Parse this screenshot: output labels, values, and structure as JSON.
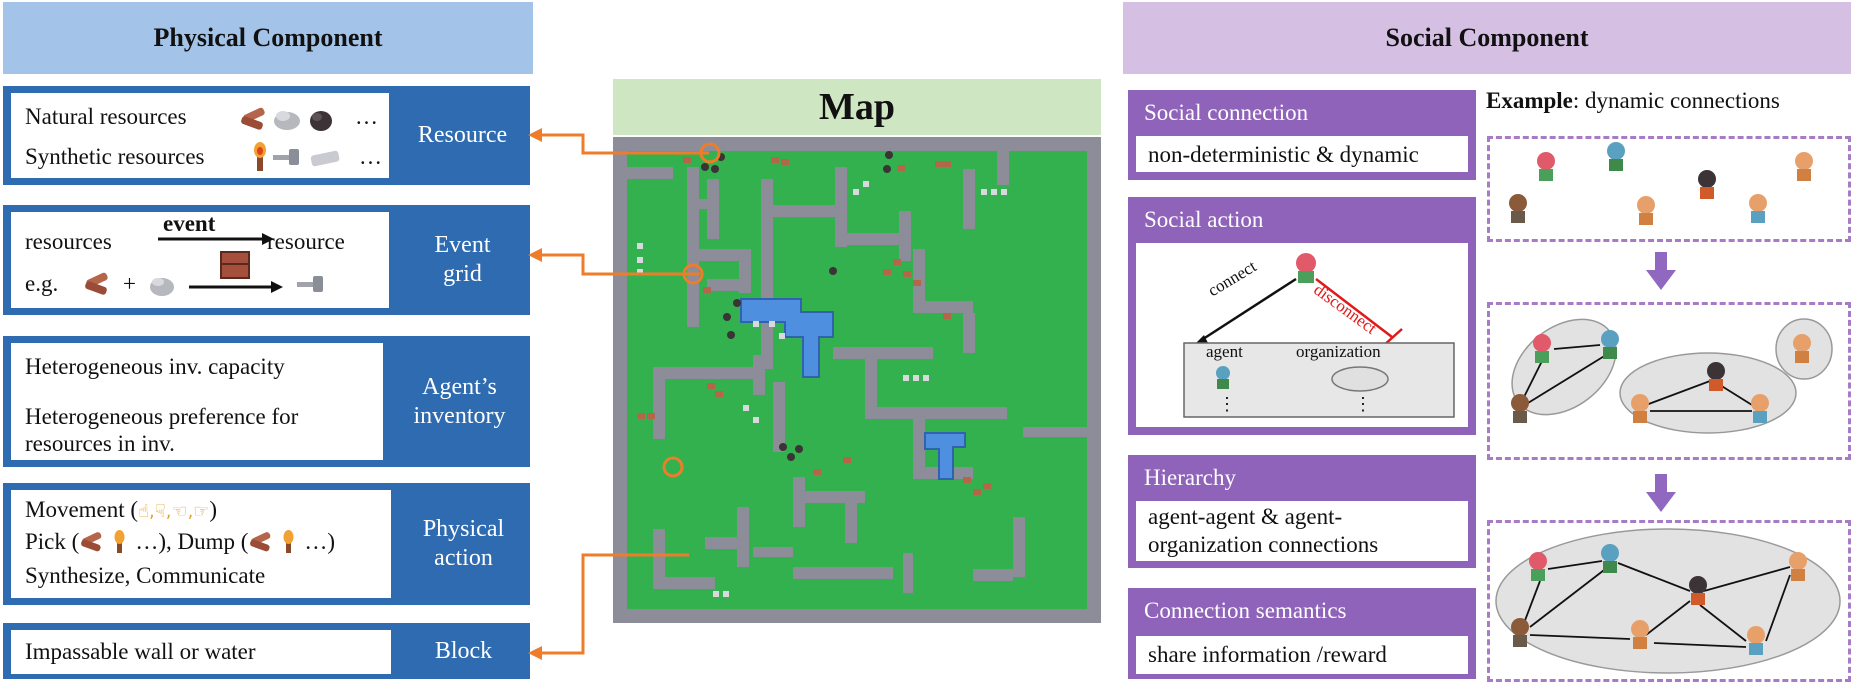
{
  "physical": {
    "header": "Physical Component",
    "resource": {
      "natural": "Natural resources",
      "synthetic": "Synthetic resources",
      "ellipsis": "…",
      "label": "Resource"
    },
    "event": {
      "resources": "resources",
      "event_word": "event",
      "resource": "resource",
      "eg": "e.g.",
      "plus": "+",
      "label_line1": "Event",
      "label_line2": "grid"
    },
    "inventory": {
      "line1": "Heterogeneous inv. capacity",
      "line2": "Heterogeneous preference for",
      "line3": "resources in inv.",
      "label_line1": "Agent’s",
      "label_line2": "inventory"
    },
    "action": {
      "movement": "Movement (",
      "movement_end": ")",
      "pick": "Pick (",
      "pick_end": "…), Dump (",
      "dump_end": "…)",
      "synth": "Synthesize, Communicate",
      "label_line1": "Physical",
      "label_line2": "action"
    },
    "block": {
      "text": "Impassable wall or water",
      "label": "Block"
    }
  },
  "map": {
    "title": "Map"
  },
  "social": {
    "header": "Social Component",
    "connection": {
      "title": "Social connection",
      "text": "non-deterministic & dynamic"
    },
    "action": {
      "title": "Social action",
      "connect": "connect",
      "disconnect": "disconnect",
      "agent": "agent",
      "organization": "organization",
      "dots": "⋮"
    },
    "hierarchy": {
      "title": "Hierarchy",
      "line1": "agent-agent & agent-",
      "line2": "organization connections"
    },
    "semantics": {
      "title": "Connection semantics",
      "text": "share information /reward"
    },
    "example_bold": "Example",
    "example_rest": ": dynamic connections"
  },
  "colors": {
    "physical_header": "#a3c4e8",
    "physical_row": "#2e6bb0",
    "social_header": "#d5c0e4",
    "social_row": "#8f63ba",
    "map_grass": "#33b14e",
    "map_wall": "#8d8d99",
    "map_water": "#4f8fe0",
    "arrow_orange": "#ee7d2b",
    "dashed_border": "#a77bc6",
    "disconnect_red": "#e01a1a"
  }
}
